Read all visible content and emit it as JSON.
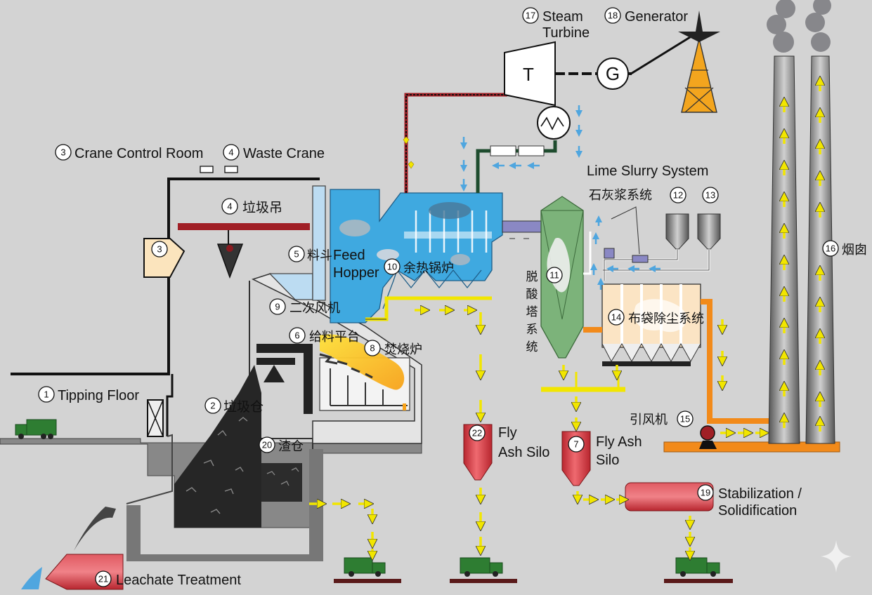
{
  "labels": {
    "tipping_floor": {
      "num": "1",
      "text": "Tipping Floor"
    },
    "waste_bunker": {
      "num": "2",
      "text": "垃圾仓"
    },
    "crane_control_room": {
      "num": "3",
      "text": "Crane Control Room"
    },
    "crane_control_room_marker": {
      "num": "3"
    },
    "waste_crane": {
      "num": "4",
      "text": "Waste Crane"
    },
    "waste_crane_cn": {
      "num": "4",
      "text": "垃圾吊"
    },
    "feed_hopper": {
      "num": "5",
      "text_cn": "料斗",
      "text_en_1": "Feed",
      "text_en_2": "Hopper"
    },
    "feed_platform": {
      "num": "6",
      "text": "给料平台"
    },
    "fly_ash_silo_7": {
      "num": "7",
      "text_1": "Fly Ash",
      "text_2": "Silo"
    },
    "incinerator": {
      "num": "8",
      "text": "焚烧炉"
    },
    "secondary_fan": {
      "num": "9",
      "text": "二次风机"
    },
    "waste_heat_boiler": {
      "num": "10",
      "text": "余热锅炉"
    },
    "deacid_tower": {
      "num": "11",
      "text_lines": [
        "脱",
        "酸",
        "塔",
        "系",
        "统"
      ]
    },
    "lime_silo_12": {
      "num": "12"
    },
    "lime_silo_13": {
      "num": "13"
    },
    "lime_slurry_system_en": {
      "text": "Lime Slurry System"
    },
    "lime_slurry_system_cn": {
      "text": "石灰浆系统"
    },
    "baghouse": {
      "num": "14",
      "text": "布袋除尘系统"
    },
    "induced_fan": {
      "num": "15",
      "text": "引风机"
    },
    "chimney": {
      "num": "16",
      "text": "烟囱"
    },
    "steam_turbine": {
      "num": "17",
      "text_1": "Steam",
      "text_2": "Turbine",
      "symbol": "T"
    },
    "generator": {
      "num": "18",
      "text": "Generator",
      "symbol": "G"
    },
    "stabilization": {
      "num": "19",
      "text_1": "Stabilization /",
      "text_2": "Solidification"
    },
    "slag_bunker": {
      "num": "20",
      "text": "渣仓"
    },
    "leachate": {
      "num": "21",
      "text": "Leachate Treatment"
    },
    "fly_ash_silo_22": {
      "num": "22",
      "text_1": "Fly",
      "text_2": "Ash Silo"
    }
  },
  "colors": {
    "background": "#d3d3d3",
    "boiler_blue": "#3fa9e0",
    "tower_green": "#7cb37a",
    "silo_red": "#d8404a",
    "flow_yellow": "#f2e600",
    "flue_orange": "#f28a1a",
    "truck_green": "#2e7d32",
    "waste_black": "#262626",
    "wall_dark": "#111111"
  },
  "icons": [
    "truck-icon",
    "power-tower-icon",
    "sparkle-icon",
    "condenser-icon"
  ]
}
